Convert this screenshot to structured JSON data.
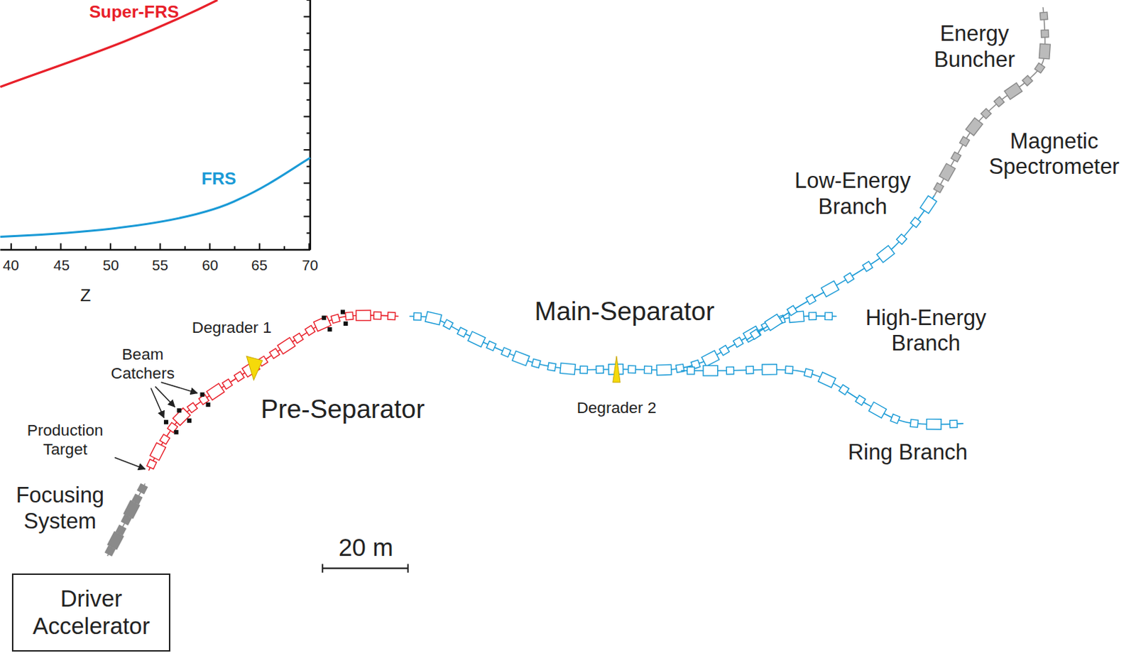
{
  "diagram": {
    "nodes": [
      {
        "text": [
          "Driver Accelerator"
        ]
      }
    ],
    "labels": [
      "Super-FRS",
      "FRS",
      "40",
      "45",
      "50",
      "55",
      "60",
      "65",
      "70",
      "Z",
      "Energy Buncher",
      "Magnetic Spectrometer",
      "Low-Energy Branch",
      "Main-Separator",
      "High-Energy Branch",
      "Degrader 1",
      "Beam Catchers",
      "Pre-Separator",
      "Degrader 2",
      "Production Target",
      "Ring Branch",
      "Focusing System",
      "20 m"
    ]
  }
}
